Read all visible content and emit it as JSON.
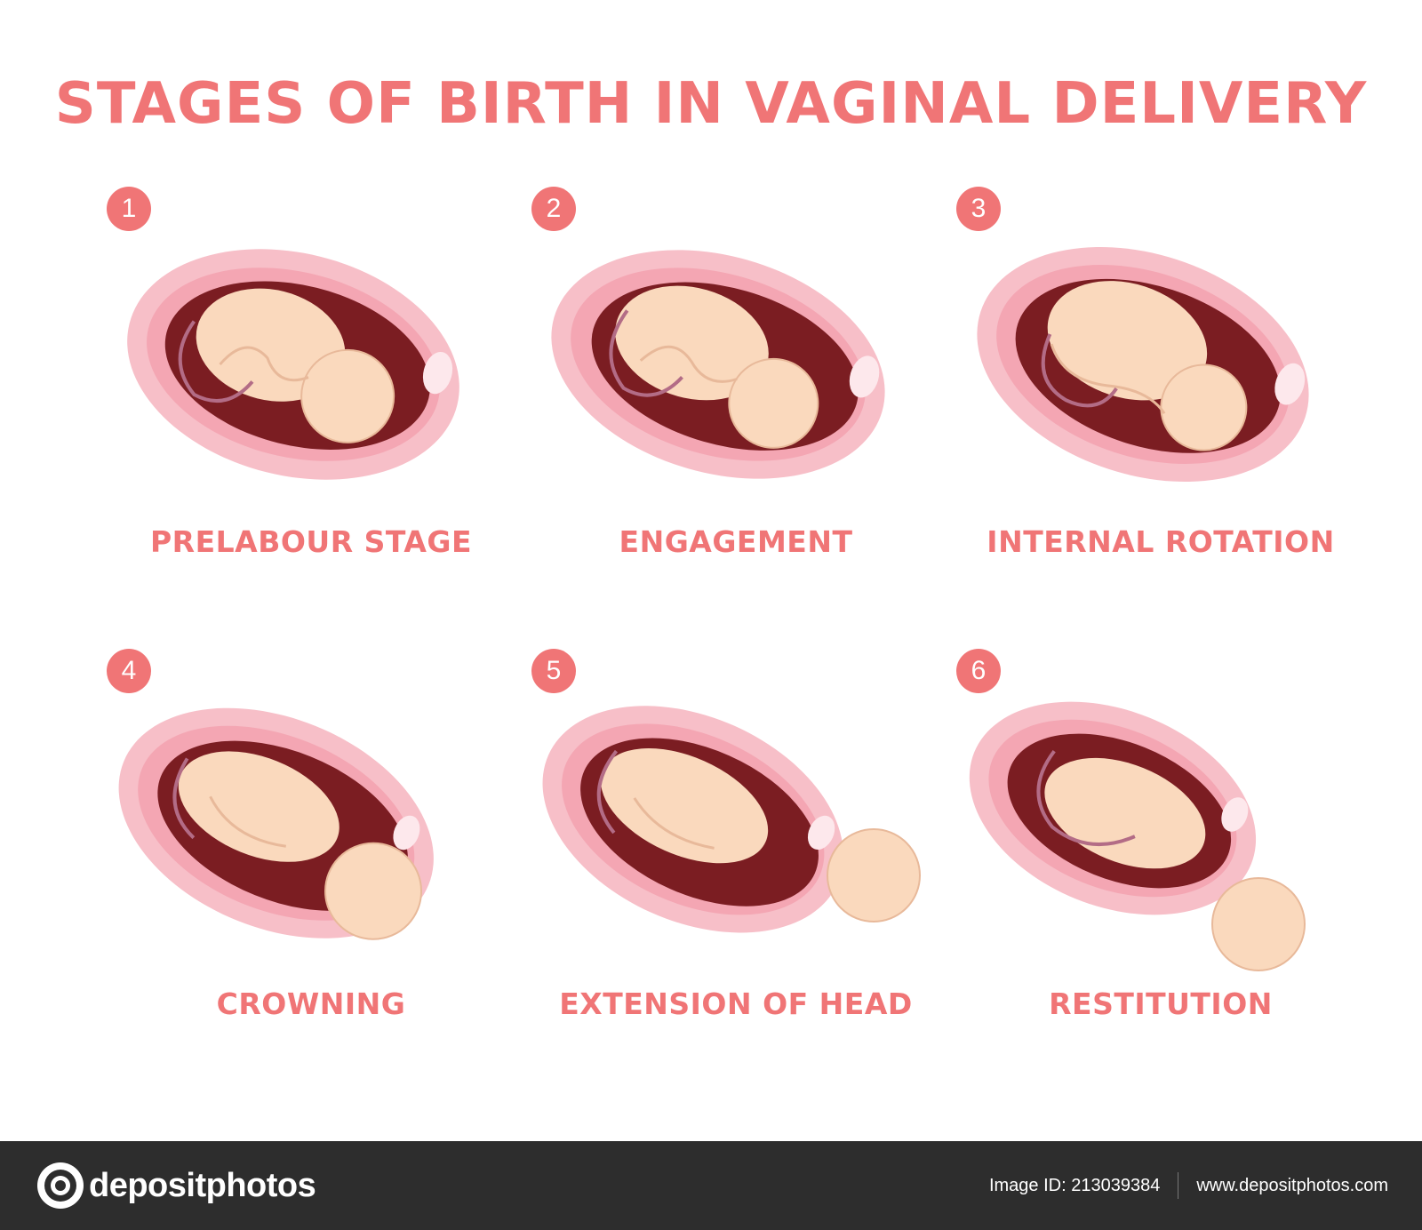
{
  "title": "STAGES OF BIRTH IN VAGINAL DELIVERY",
  "colors": {
    "accent": "#f07576",
    "uterus_outer": "#f7bfc8",
    "uterus_inner": "#f4a6b3",
    "cavity": "#7b1d22",
    "fetus": "#fad9bd",
    "fetus_line": "#e8b99a",
    "cord": "#b36c86",
    "footer_bg": "#2d2d2d"
  },
  "stages": [
    {
      "number": "1",
      "label": "PRELABOUR STAGE"
    },
    {
      "number": "2",
      "label": "ENGAGEMENT"
    },
    {
      "number": "3",
      "label": "INTERNAL ROTATION"
    },
    {
      "number": "4",
      "label": "CROWNING"
    },
    {
      "number": "5",
      "label": "EXTENSION OF HEAD"
    },
    {
      "number": "6",
      "label": "RESTITUTION"
    }
  ],
  "footer": {
    "brand": "depositphotos",
    "image_id": "Image ID: 213039384",
    "site": "www.depositphotos.com"
  }
}
